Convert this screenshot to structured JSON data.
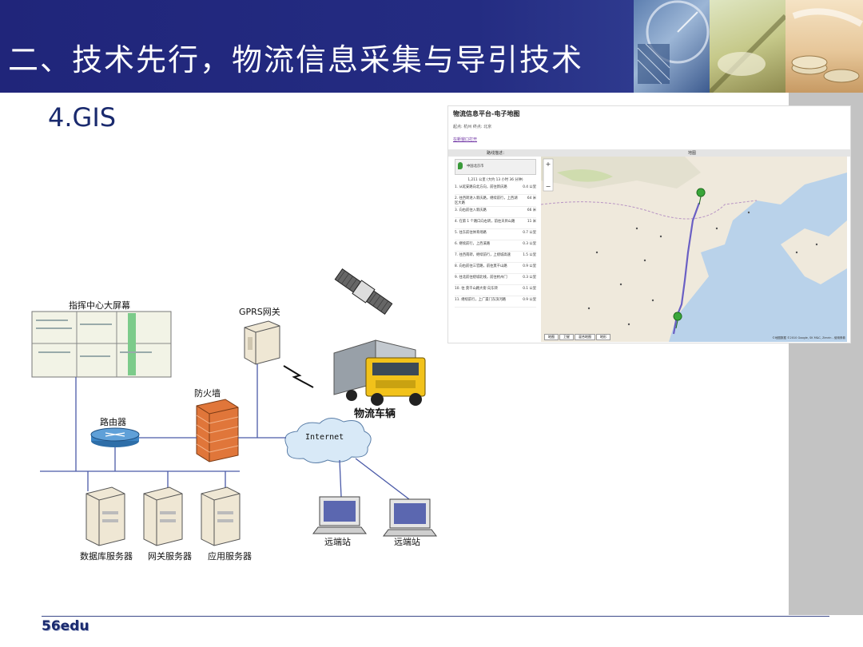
{
  "slide": {
    "title": "二、技术先行，物流信息采集与导引技术",
    "subtitle": "4.GIS",
    "footer": "56edu"
  },
  "map_panel": {
    "title": "物流信息平台-电子地图",
    "meta": "起点: 杭州    终点: 北京",
    "link": "在新窗口打开",
    "header_left": "路线描述：",
    "header_right": "地图",
    "start": "中国北京市",
    "summary": "1,211 公里 (大约 13 小时 36 分钟)",
    "route_steps": [
      {
        "text": "1. 从延安路向北方向，前往新庆路",
        "dist": "0.4 公里"
      },
      {
        "text": "2. 往西转进入新庆路，继续前行，上西湖区大路",
        "dist": "64 米"
      },
      {
        "text": "3. 向右前往入新庆路",
        "dist": "66 米"
      },
      {
        "text": "4. 在第 1 个路口向右转，前往天目山路",
        "dist": "11 米"
      },
      {
        "text": "5. 往东前往体育场路",
        "dist": "0.7 公里"
      },
      {
        "text": "6. 继续前行，上西溪路",
        "dist": "0.3 公里"
      },
      {
        "text": "7. 往西南转，继续前行，上绕城高速",
        "dist": "1.5 公里"
      },
      {
        "text": "8. 向右前往三官路，前往莫干山路",
        "dist": "0.9 公里"
      },
      {
        "text": "9. 往北前往绕城北线，前往杭州门",
        "dist": "0.3 公里"
      },
      {
        "text": "10. 往 莫干山路大街 向东转",
        "dist": "0.1 公里"
      },
      {
        "text": "11. 继续前行，上广渠门东滨河路",
        "dist": "0.9 公里"
      }
    ],
    "tabs": [
      "地图",
      "卫星",
      "混合地图",
      "地形"
    ],
    "copyright": "©地图数据 ©2010 Google, SK M&C, Zenrin - 使用条款"
  },
  "diagram": {
    "labels": {
      "big_screen": "指挥中心大屏幕",
      "gprs": "GPRS网关",
      "firewall": "防火墙",
      "router": "路由器",
      "internet": "Internet",
      "truck": "物流车辆",
      "db_server": "数据库服务器",
      "gateway_server": "网关服务器",
      "app_server": "应用服务器",
      "remote1": "远端站",
      "remote2": "远端站"
    }
  },
  "colors": {
    "header_bg": "#242c82",
    "accent": "#1a2a6e",
    "sidebar": "#c3c3c3",
    "firewall": "#e0763a",
    "truck_cab": "#f2c21a"
  }
}
